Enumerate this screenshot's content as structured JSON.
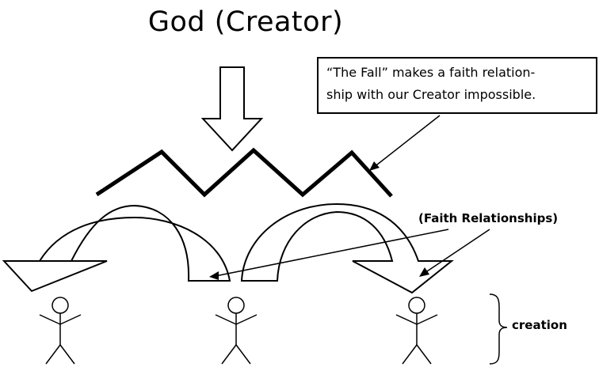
{
  "diagram": {
    "title": "God (Creator)",
    "callout": {
      "line1": "“The Fall” makes a faith relation-",
      "line2": "ship with our Creator impossible."
    },
    "faith_label": "(Faith Relationships)",
    "creation_label": "creation",
    "line_color": "#000000",
    "background": "#ffffff"
  }
}
